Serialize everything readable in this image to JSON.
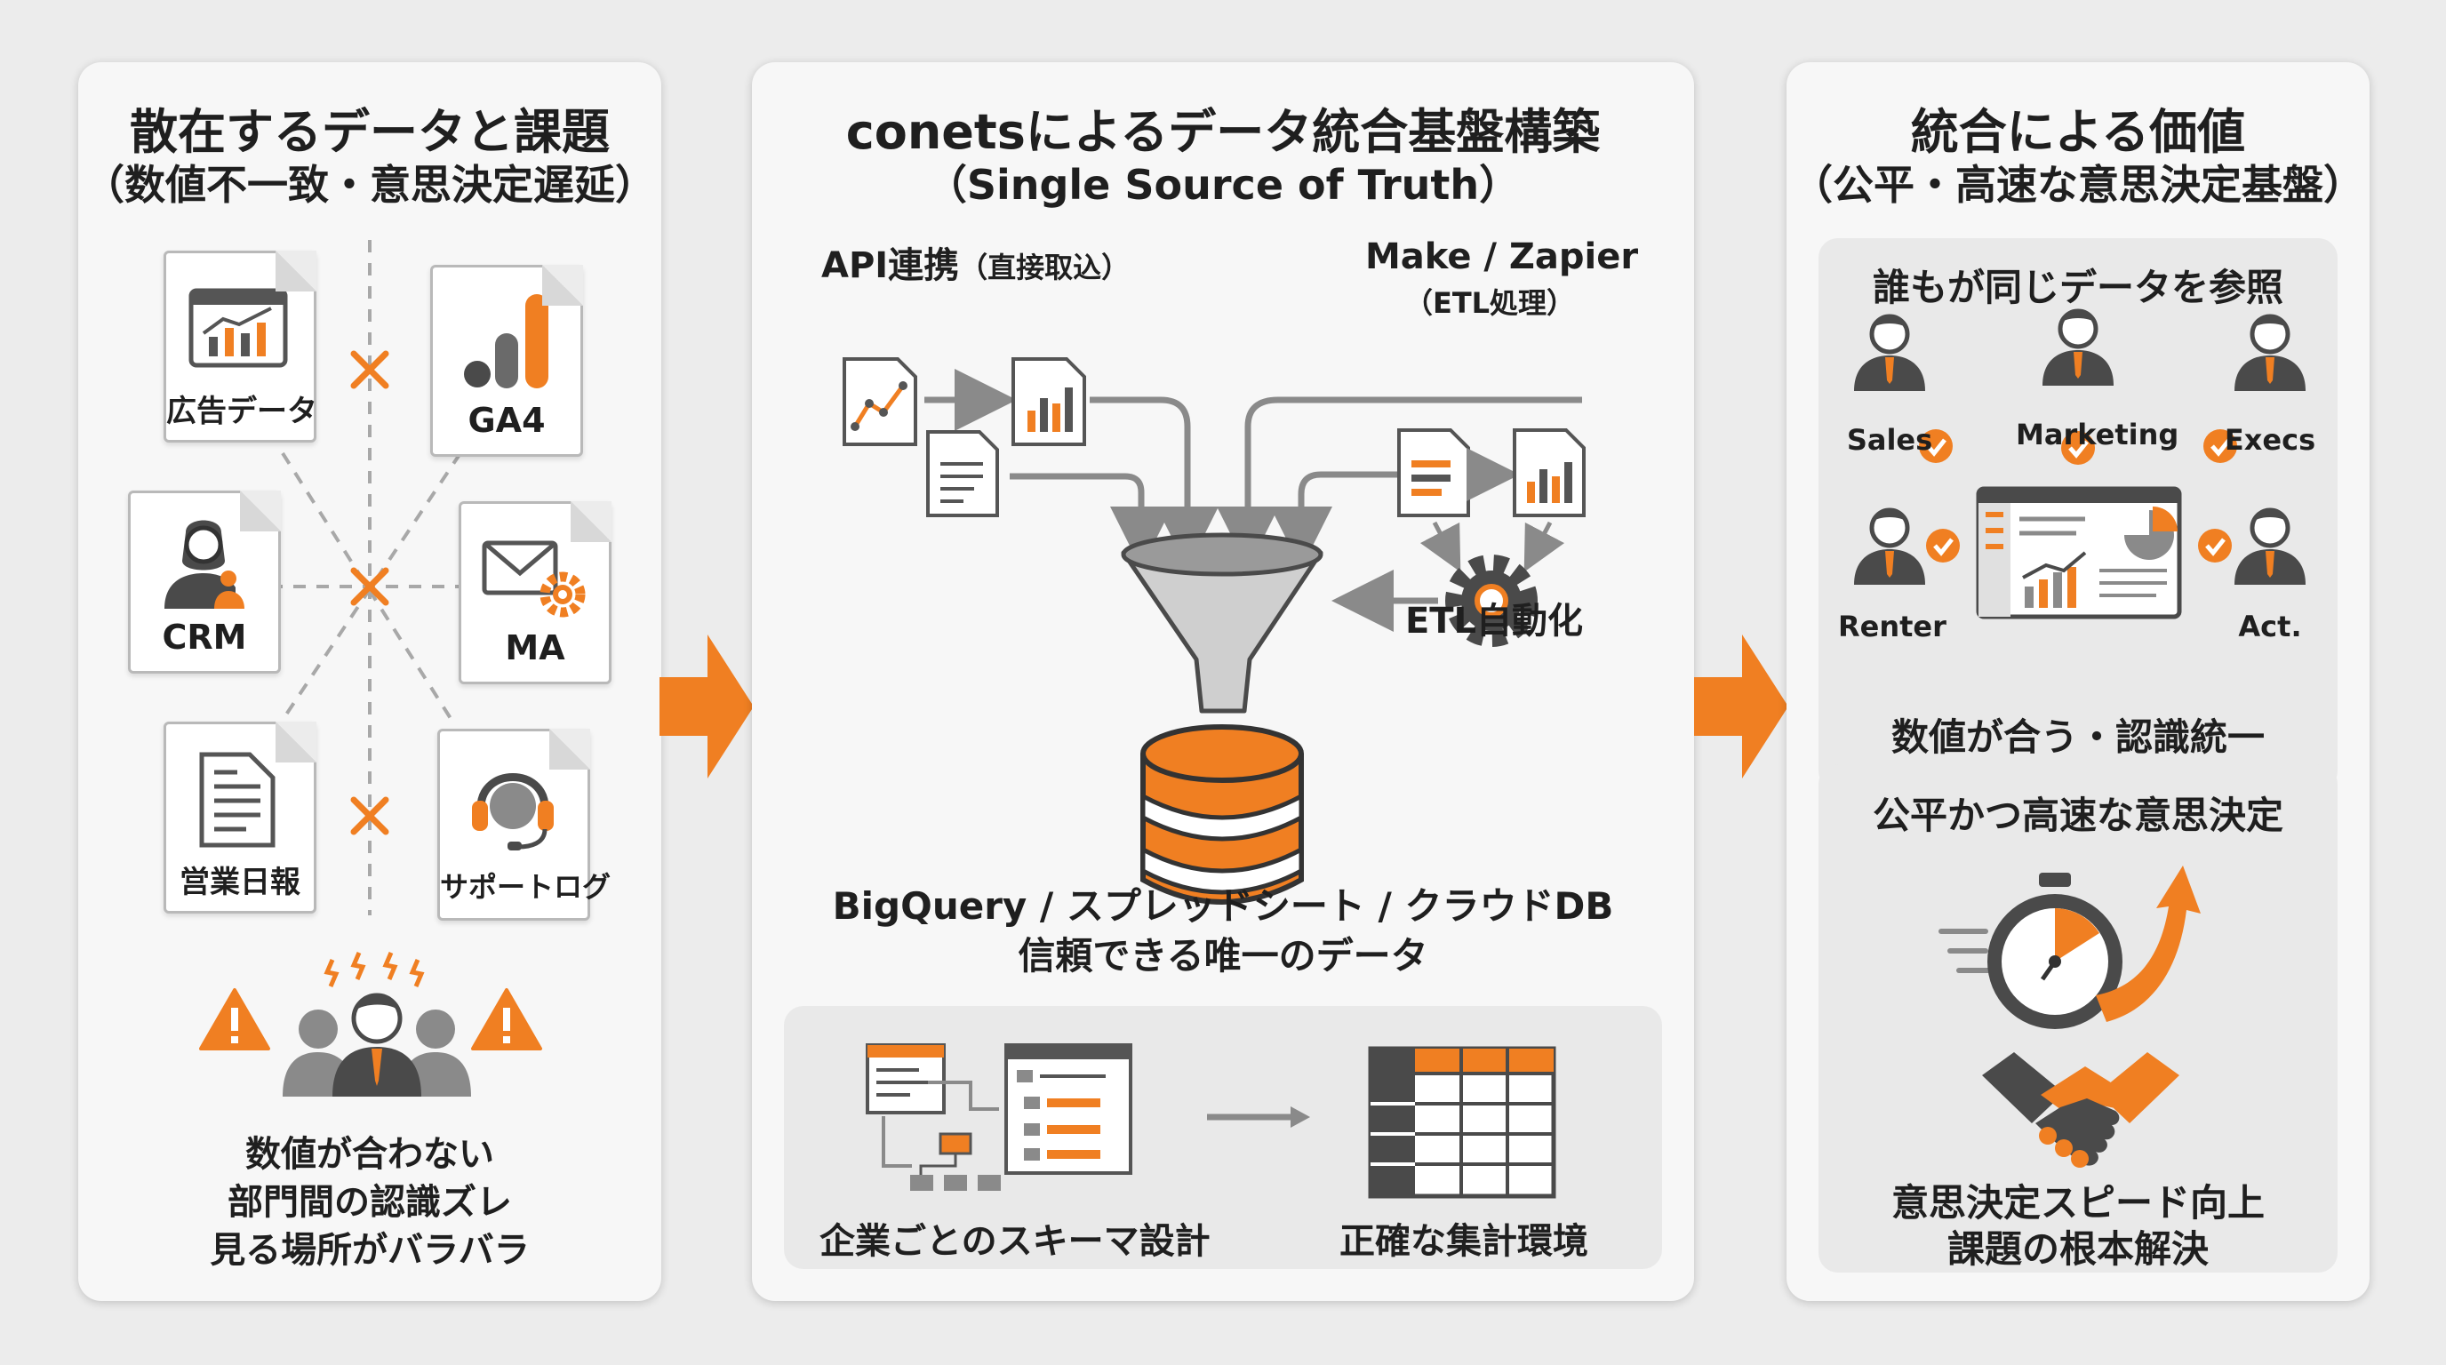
{
  "left": {
    "title": "散在するデータと課題",
    "subtitle": "（数値不一致・意思決定遅延）",
    "sources": {
      "ads": "広告データ",
      "ga4": "GA4",
      "crm": "CRM",
      "ma": "MA",
      "daily": "営業日報",
      "support": "サポートログ"
    },
    "problems": [
      "数値が合わない",
      "部門間の認識ズレ",
      "見る場所がバラバラ"
    ]
  },
  "middle": {
    "title": "conetsによるデータ統合基盤構築",
    "subtitle": "（Single Source of Truth）",
    "api_label": "API連携",
    "api_note": "（直接取込）",
    "make_label": "Make / Zapier",
    "make_note": "（ETL処理）",
    "etl_label": "ETL自動化",
    "db_label": "BigQuery / スプレッドシート / クラウドDB",
    "db_caption": "信頼できる唯一のデータ",
    "schema_label": "企業ごとのスキーマ設計",
    "aggregate_label": "正確な集計環境"
  },
  "right": {
    "title": "統合による価値",
    "subtitle": "（公平・高速な意思決定基盤）",
    "box1_title": "誰もが同じデータを参照",
    "roles": {
      "sales": "Sales",
      "marketing": "Marketing",
      "execs": "Execs",
      "renter": "Renter",
      "act": "Act."
    },
    "box1_caption": "数値が合う・認識統一",
    "box2_title": "公平かつ高速な意思決定",
    "box2_caption_1": "意思決定スピード向上",
    "box2_caption_2": "課題の根本解決"
  },
  "colors": {
    "accent": "#f07f22",
    "dark_gray": "#5b5b5b",
    "mid_gray": "#8a8a8a",
    "panel": "#f7f7f7",
    "background": "#ececec"
  },
  "icons": [
    "chart-doc-icon",
    "ga4-icon",
    "person-icon",
    "mail-gear-icon",
    "document-icon",
    "headset-icon",
    "warning-icon",
    "stressed-team-icon",
    "funnel-icon",
    "gear-icon",
    "database-icon",
    "schema-icon",
    "table-icon",
    "dashboard-icon",
    "check-icon",
    "stopwatch-icon",
    "handshake-icon"
  ]
}
